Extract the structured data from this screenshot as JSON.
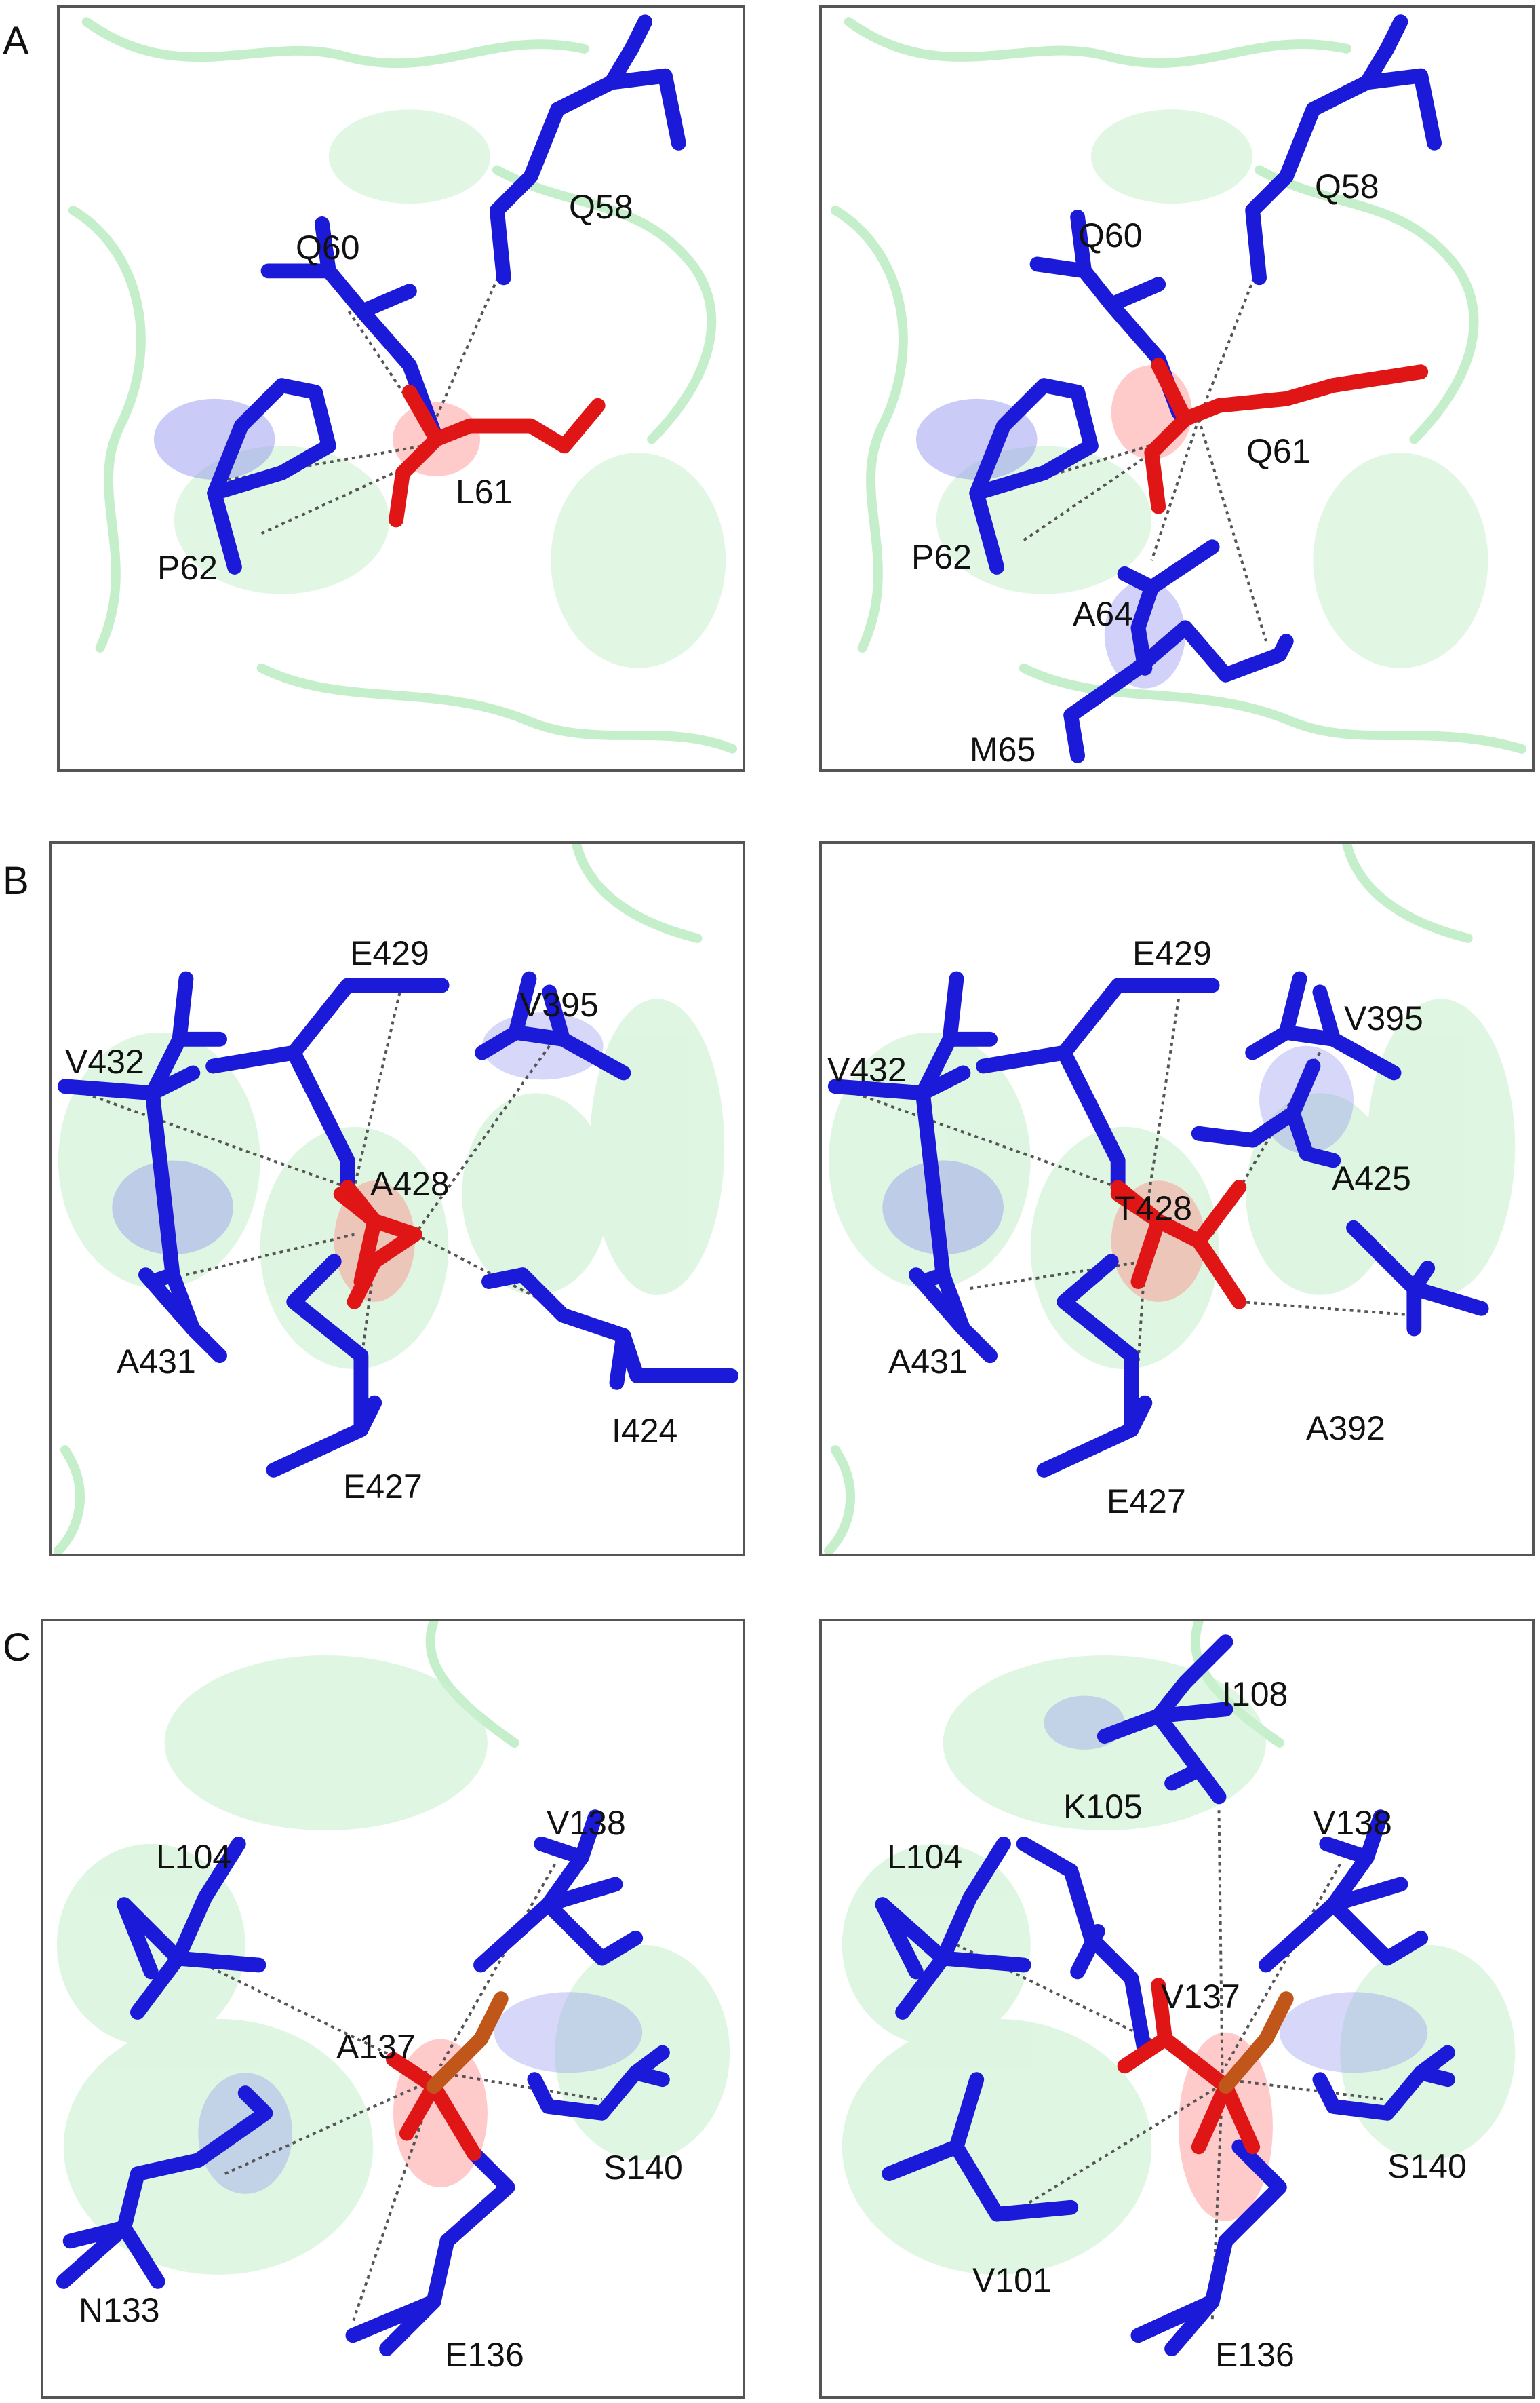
{
  "colors": {
    "ribbon": "#3fcf4f",
    "ribbon_fill": "#bdf0c2",
    "side_chain": "#1a1ad8",
    "mutant": "#e01515",
    "contact_line": "#555555",
    "frame": "#555555"
  },
  "rows": [
    {
      "letter": "A",
      "panels": [
        {
          "labels": [
            "Q58",
            "Q60",
            "L61",
            "P62"
          ]
        },
        {
          "labels": [
            "Q58",
            "Q60",
            "Q61",
            "P62",
            "A64",
            "M65"
          ]
        }
      ]
    },
    {
      "letter": "B",
      "panels": [
        {
          "labels": [
            "E429",
            "V395",
            "V432",
            "A428",
            "A431",
            "I424",
            "E427"
          ]
        },
        {
          "labels": [
            "E429",
            "V395",
            "V432",
            "A425",
            "T428",
            "A431",
            "A392",
            "E427"
          ]
        }
      ]
    },
    {
      "letter": "C",
      "panels": [
        {
          "labels": [
            "V138",
            "L104",
            "A137",
            "S140",
            "N133",
            "E136"
          ]
        },
        {
          "labels": [
            "I108",
            "K105",
            "L104",
            "V138",
            "V137",
            "S140",
            "V101",
            "E136"
          ]
        }
      ]
    }
  ]
}
